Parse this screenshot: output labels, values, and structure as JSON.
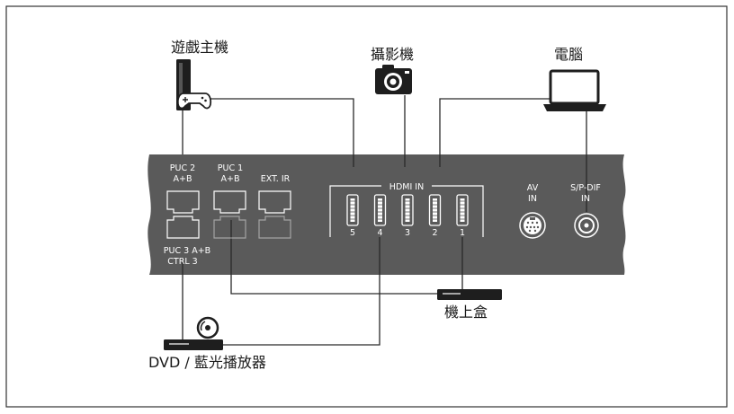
{
  "devices": {
    "game_console": "遊戲主機",
    "camera": "攝影機",
    "computer": "電腦",
    "set_top_box": "機上盒",
    "dvd_player": "DVD / 藍光播放器"
  },
  "panel": {
    "puc2_line1": "PUC 2",
    "puc2_line2": "A+B",
    "puc1_line1": "PUC 1",
    "puc1_line2": "A+B",
    "ext_ir": "EXT. IR",
    "puc3_line1": "PUC 3 A+B",
    "puc3_line2": "CTRL 3",
    "hdmi_in": "HDMI IN",
    "hdmi_ports": [
      "5",
      "4",
      "3",
      "2",
      "1"
    ],
    "av_line1": "AV",
    "av_line2": "IN",
    "spdif_line1": "S/P-DIF",
    "spdif_line2": "IN"
  },
  "colors": {
    "panel": "#5a5a5a",
    "frame": "#333333",
    "wire": "#2a2a2a",
    "port_outline": "#ffffff"
  }
}
